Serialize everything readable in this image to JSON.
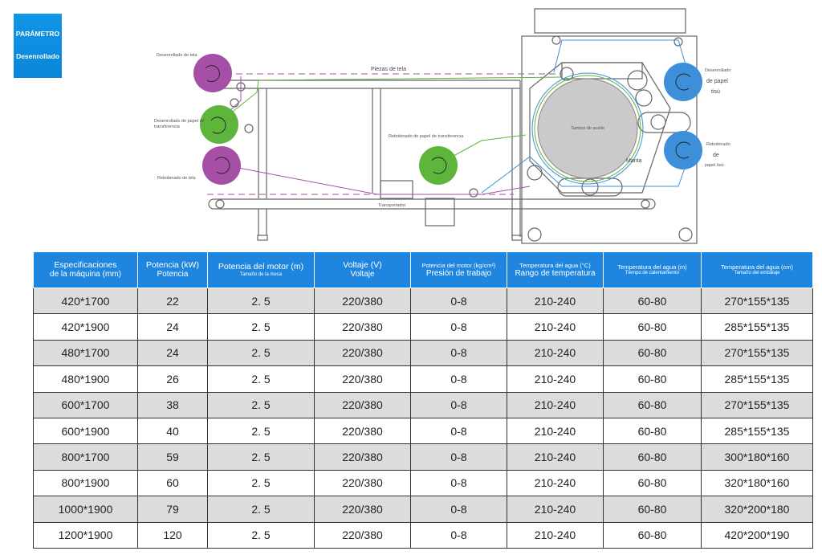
{
  "badge": {
    "line1": "PARÁMETRO",
    "line2": "Desenrollado"
  },
  "diagram": {
    "labels": {
      "fabric_unwind": "Desenrollado de tela",
      "transfer_unwind": "Desenrollado de papel de transferencia",
      "fabric_rewind": "Rebobinado de tela",
      "fabric_pieces": "Piezas de tela",
      "transfer_rewind": "Rebobinado de papel de transferencia",
      "conveyor": "Transportador",
      "oil_drum": "Tambor de aceite",
      "blanket": "Manta",
      "tissue_unwind_1": "Desenrollado",
      "tissue_unwind_2": "de papel",
      "tissue_unwind_3": "tisú",
      "tissue_rewind_1": "Rebobinado",
      "tissue_rewind_2": "de",
      "tissue_rewind_3": "papel tisú"
    },
    "colors": {
      "purple": "#a54fa6",
      "green": "#5db53c",
      "blue": "#3d8fd9",
      "drum": "#c9c9c9"
    }
  },
  "table": {
    "headers": [
      {
        "l1": "Especificaciones",
        "l2": "de la máquina (mm)",
        "style": "ab"
      },
      {
        "l1": "Potencia (kW)",
        "l2": "Potencia",
        "style": "ab"
      },
      {
        "l1": "Potencia del motor (m)",
        "l2": "Tamaño de la mesa",
        "style": "as"
      },
      {
        "l1": "Voltaje (V)",
        "l2": "Voltaje",
        "style": "ab"
      },
      {
        "l1": "Potencia del motor (kg/cm²)",
        "l2": "Presión de trabajo",
        "style": "sb"
      },
      {
        "l1": "Temperatura del agua (°C)",
        "l2": "Rango de temperatura",
        "style": "sb"
      },
      {
        "l1": "Temperatura del agua (m)",
        "l2": "Tiempo de calentamiento",
        "style": "ss"
      },
      {
        "l1": "Temperatura del agua (cm)",
        "l2": "Tamaño del embalaje",
        "style": "ss"
      }
    ],
    "rows": [
      [
        "420*1700",
        "22",
        "2. 5",
        "220/380",
        "0-8",
        "210-240",
        "60-80",
        "270*155*135"
      ],
      [
        "420*1900",
        "24",
        "2. 5",
        "220/380",
        "0-8",
        "210-240",
        "60-80",
        "285*155*135"
      ],
      [
        "480*1700",
        "24",
        "2. 5",
        "220/380",
        "0-8",
        "210-240",
        "60-80",
        "270*155*135"
      ],
      [
        "480*1900",
        "26",
        "2. 5",
        "220/380",
        "0-8",
        "210-240",
        "60-80",
        "285*155*135"
      ],
      [
        "600*1700",
        "38",
        "2. 5",
        "220/380",
        "0-8",
        "210-240",
        "60-80",
        "270*155*135"
      ],
      [
        "600*1900",
        "40",
        "2. 5",
        "220/380",
        "0-8",
        "210-240",
        "60-80",
        "285*155*135"
      ],
      [
        "800*1700",
        "59",
        "2. 5",
        "220/380",
        "0-8",
        "210-240",
        "60-80",
        "300*180*160"
      ],
      [
        "800*1900",
        "60",
        "2. 5",
        "220/380",
        "0-8",
        "210-240",
        "60-80",
        "320*180*160"
      ],
      [
        "1000*1900",
        "79",
        "2. 5",
        "220/380",
        "0-8",
        "210-240",
        "60-80",
        "320*200*180"
      ],
      [
        "1200*1900",
        "120",
        "2. 5",
        "220/380",
        "0-8",
        "210-240",
        "60-80",
        "420*200*190"
      ]
    ]
  }
}
